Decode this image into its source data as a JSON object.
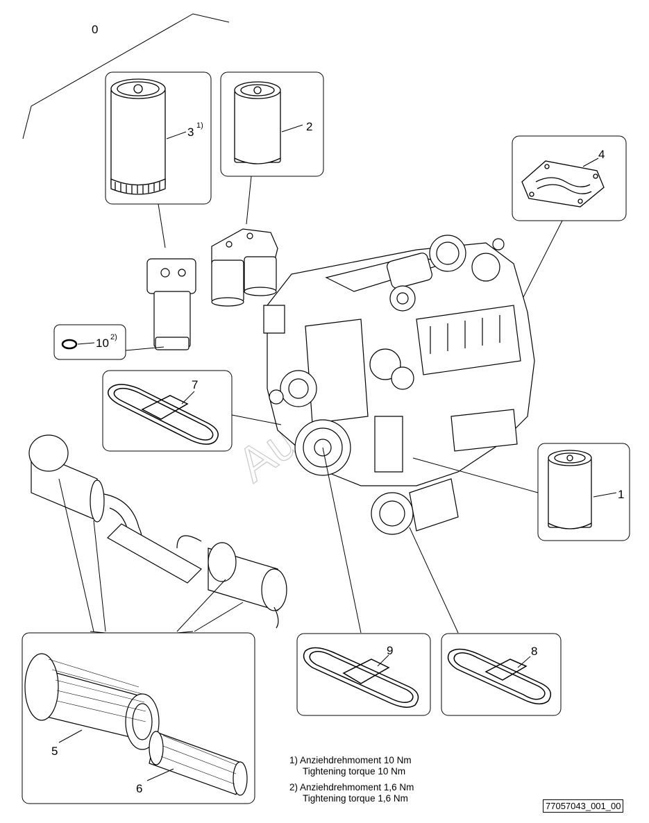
{
  "callouts": {
    "c0": "0",
    "c1": "1",
    "c2": "2",
    "c3": "3",
    "c3_sup": "1)",
    "c4": "4",
    "c5": "5",
    "c6": "6",
    "c7": "7",
    "c8": "8",
    "c9": "9",
    "c10": "10",
    "c10_sup": "2)"
  },
  "notes": {
    "n1_de": "1) Anziehdrehmoment 10 Nm",
    "n1_en": "Tightening torque 10 Nm",
    "n2_de": "2) Anziehdrehmoment 1,6 Nm",
    "n2_en": "Tightening torque 1,6 Nm"
  },
  "drawing_number": "77057043_001_00",
  "watermark": "AuS"
}
